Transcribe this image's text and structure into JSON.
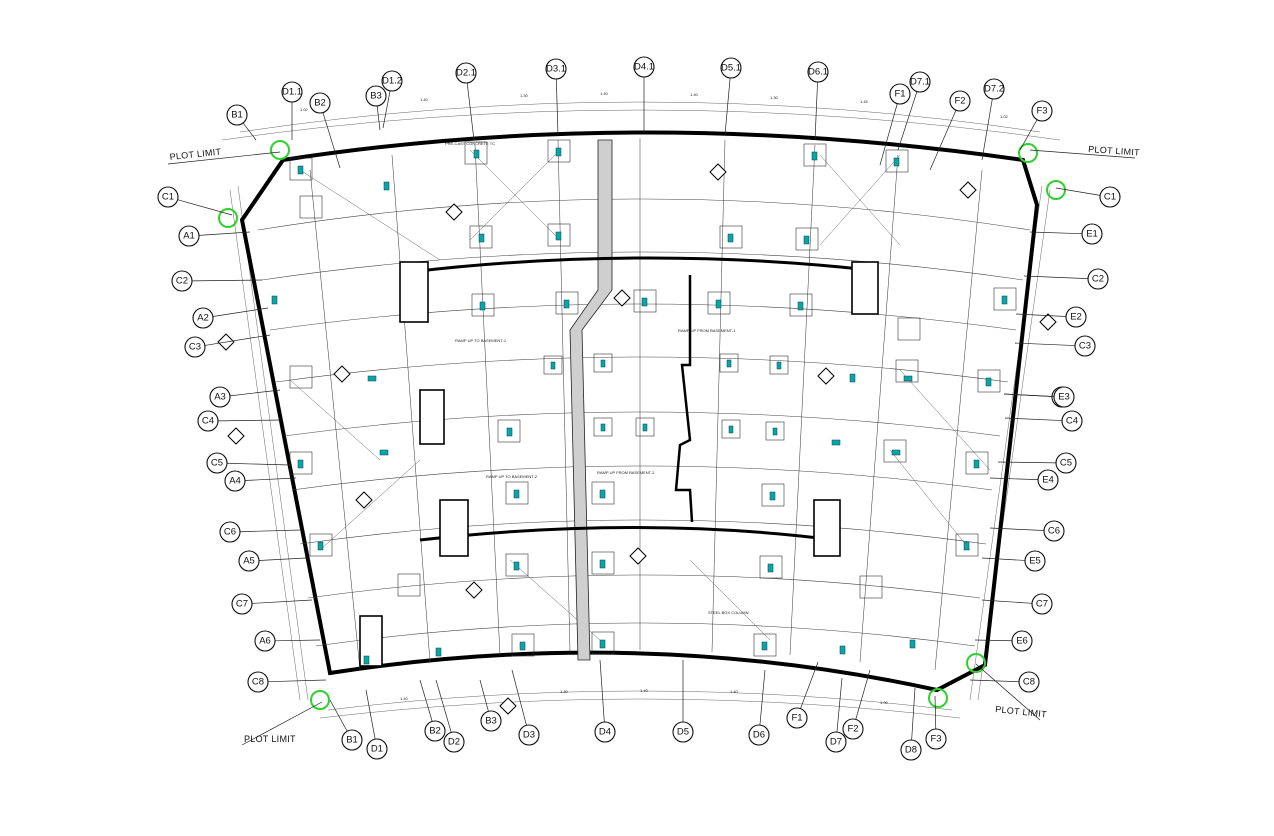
{
  "plot_limit_label": "PLOT LIMIT",
  "grid_bubbles": [
    "D1.1",
    "D1.2",
    "D2.1",
    "D3.1",
    "D4.1",
    "D5.1",
    "D6.1",
    "D7.1",
    "D7.2",
    "B1",
    "B2",
    "B3",
    "F1",
    "F2",
    "F3",
    "C1",
    "A1",
    "C2",
    "A2",
    "C3",
    "A3",
    "C4",
    "C5",
    "A4",
    "C6",
    "A5",
    "C7",
    "A6",
    "C8",
    "E1",
    "E2",
    "E3",
    "E4",
    "E5",
    "E6",
    "D1",
    "D2",
    "D3",
    "D4",
    "D5",
    "D6",
    "D7",
    "D8"
  ],
  "annotations": {
    "ramp_up_to_basement_1": "RAMP UP TO BASEMENT-1",
    "ramp_up_from_basement_1": "RAMP UP FROM BASEMENT-1",
    "ramp_up_to_basement_2": "RAMP UP TO BASEMENT-2",
    "ramp_up_from_basement_2": "RAMP UP FROM BASEMENT-2",
    "steel_box_column": "STEEL BOX COLUMN",
    "pre_cast_concrete_tc": "PRE-CAST CONCRETE TC"
  },
  "colors": {
    "wall": "#000000",
    "column": "#0aa6a6",
    "plot_marker": "#2fd12f",
    "line": "#444444"
  }
}
